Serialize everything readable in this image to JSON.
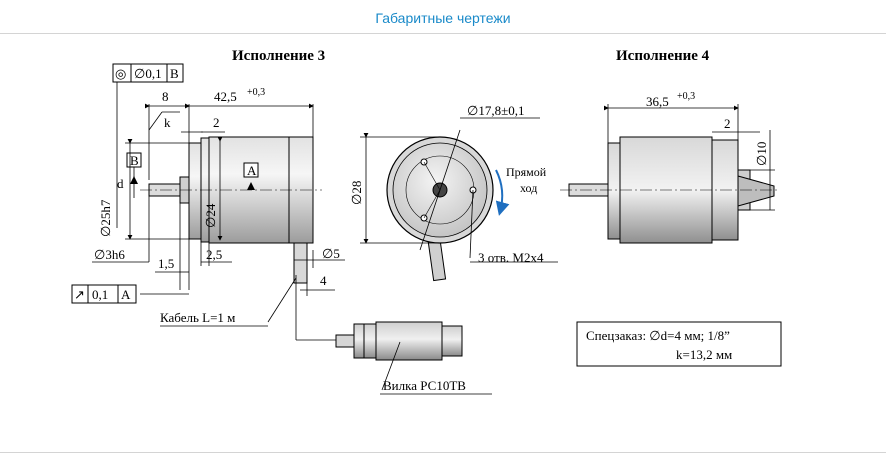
{
  "header": {
    "title": "Габаритные чертежи"
  },
  "colors": {
    "accent": "#1a8ac9",
    "body_light": "#ececec",
    "body_mid": "#a9a9a9",
    "face": "#d2d2d2",
    "arrow_blue": "#1f6fc0"
  },
  "left_view": {
    "title": "Исполнение 3",
    "dim_total": "42,5",
    "dim_total_tol": "+0,3",
    "dim_8": "8",
    "dim_k": "k",
    "dim_2": "2",
    "datum_a": "A",
    "datum_b": "B",
    "concentricity": {
      "symbol": "◎",
      "value": "∅0,1",
      "datum": "B"
    },
    "dim_d": "d",
    "dim_25h7": "∅25h7",
    "dim_24": "∅24",
    "dim_3h6": "∅3h6",
    "dim_25": "2,5",
    "dim_15": "1,5",
    "runout": {
      "symbol": "↗",
      "value": "0,1",
      "datum": "A"
    },
    "dim_5": "∅5",
    "dim_4": "4",
    "cable_label": "Кабель L=1 м",
    "plug_label": "Вилка РС10ТВ"
  },
  "front_view": {
    "dim_178": "∅17,8±0,1",
    "dim_28": "∅28",
    "rotation_label_1": "Прямой",
    "rotation_label_2": "ход",
    "holes_label": "3 отв. М2х4"
  },
  "right_view": {
    "title": "Исполнение 4",
    "dim_total": "36,5",
    "dim_total_tol": "+0,3",
    "dim_2": "2",
    "dim_10": "∅10"
  },
  "note": {
    "line1": "Спецзаказ: ∅d=4 мм; 1/8”",
    "line2": "k=13,2 мм"
  }
}
